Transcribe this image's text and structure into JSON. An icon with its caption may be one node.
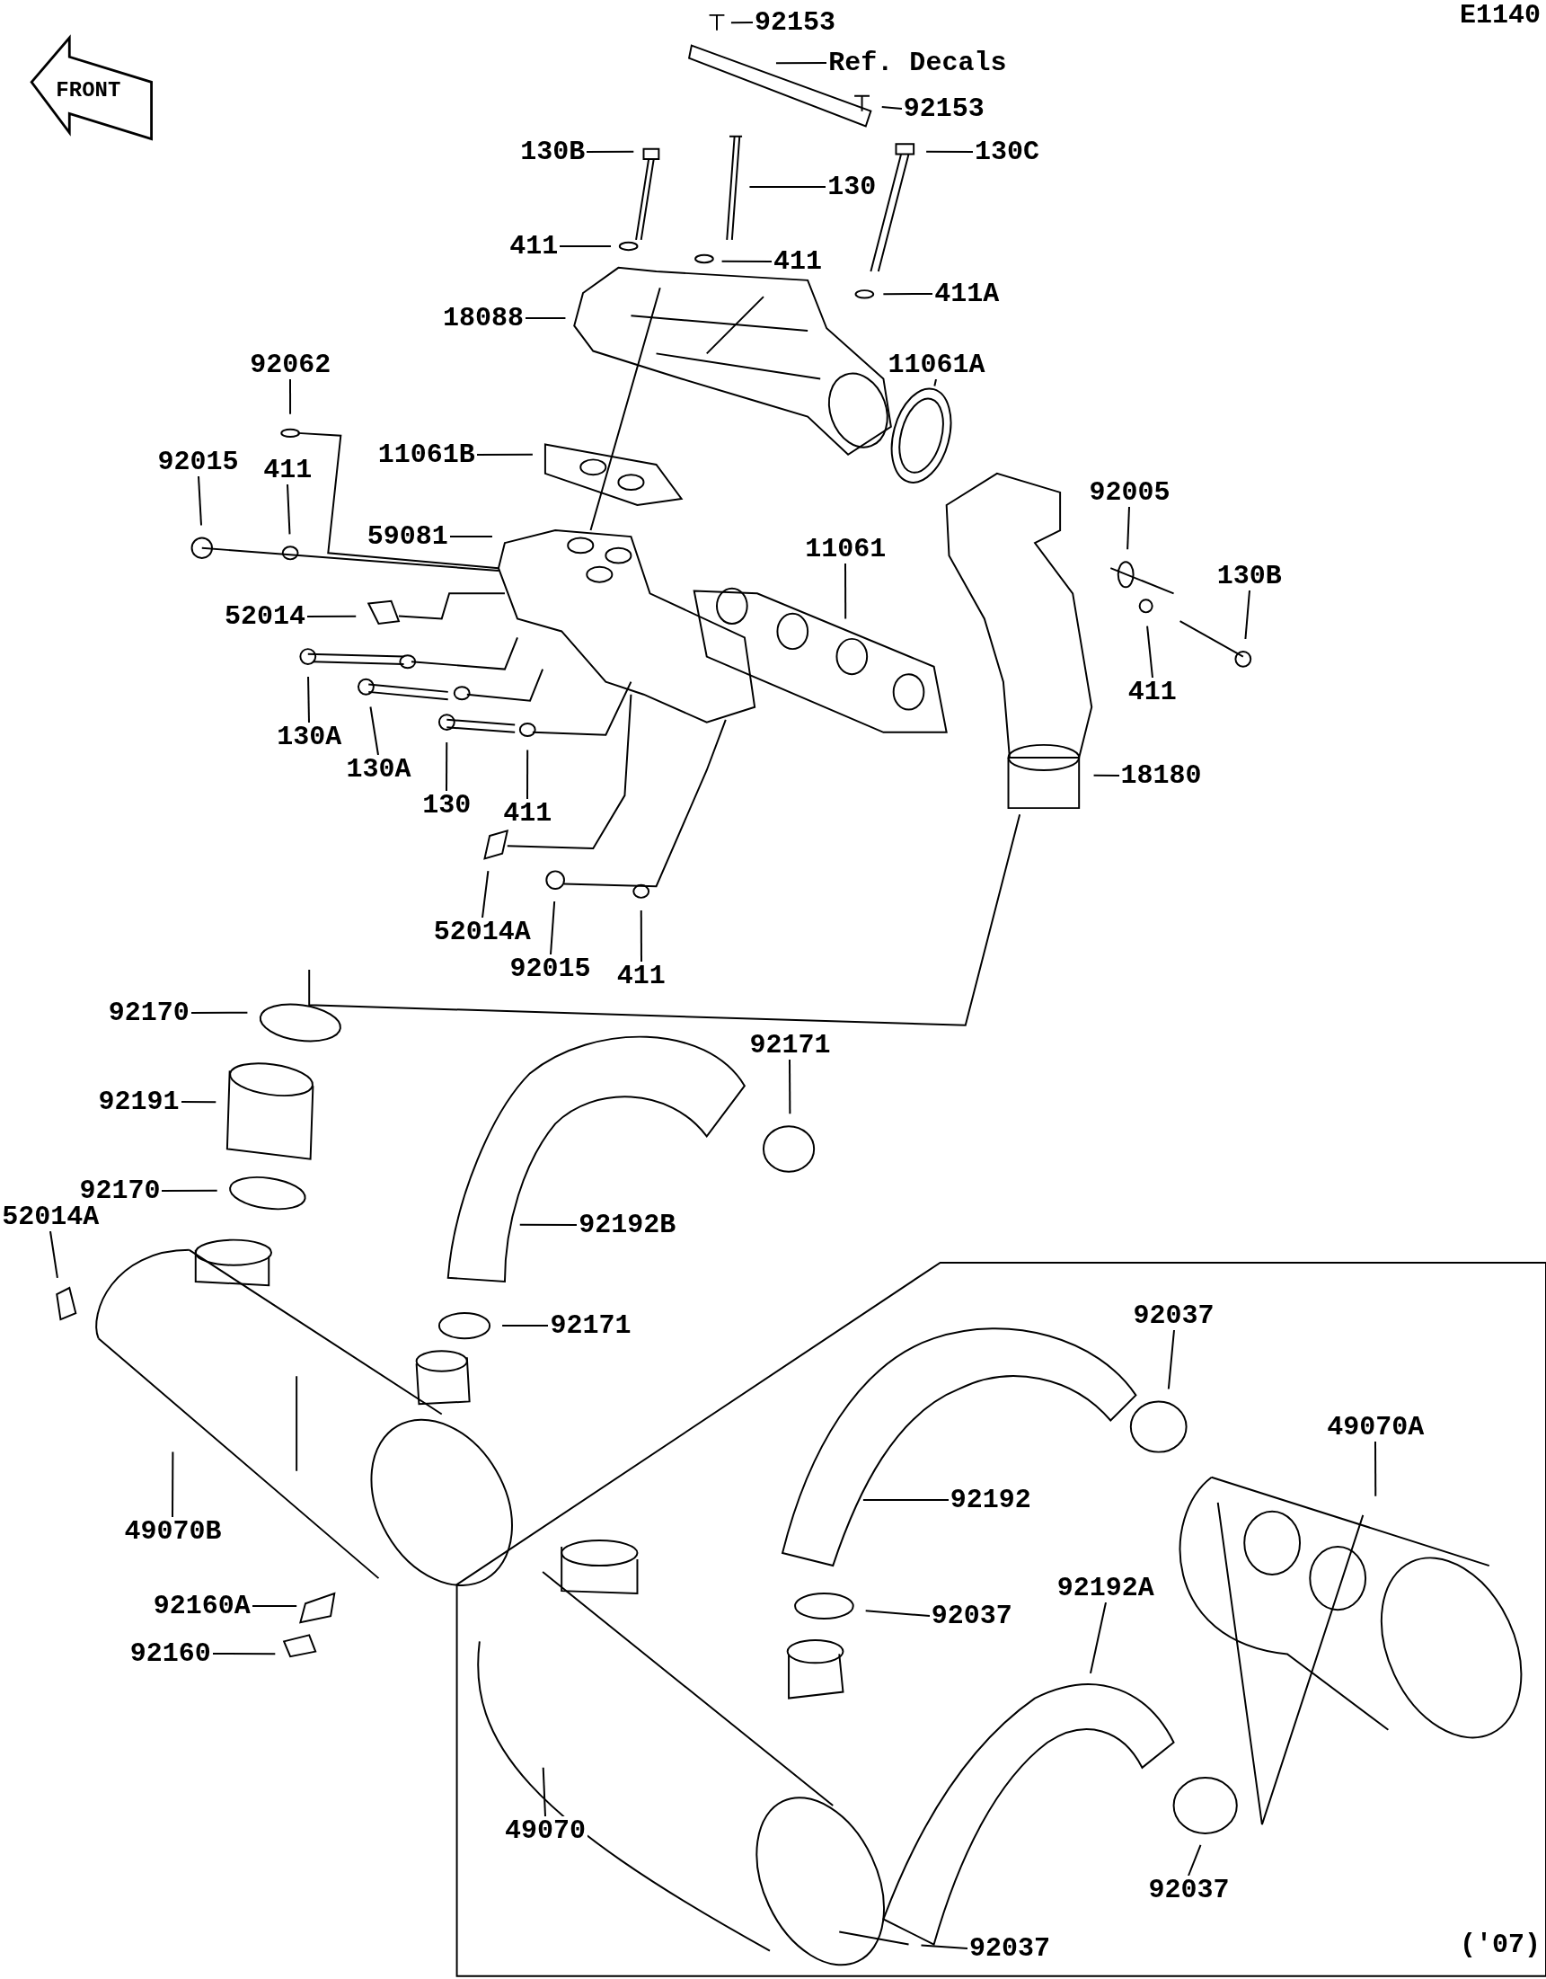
{
  "diagram": {
    "nodes": [
      {
        "text": [
          "92153"
        ]
      },
      {
        "text": [
          "Ref. Decals"
        ]
      },
      {
        "text": [
          "92153"
        ]
      },
      {
        "text": [
          "130B"
        ]
      },
      {
        "text": [
          "130C"
        ]
      },
      {
        "text": [
          "130"
        ]
      },
      {
        "text": [
          "411"
        ]
      },
      {
        "text": [
          "411"
        ]
      },
      {
        "text": [
          "411A"
        ]
      },
      {
        "text": [
          "18088"
        ]
      },
      {
        "text": [
          "11061A"
        ]
      },
      {
        "text": [
          "92062"
        ]
      },
      {
        "text": [
          "11061B"
        ]
      },
      {
        "text": [
          "92015"
        ]
      },
      {
        "text": [
          "411"
        ]
      },
      {
        "text": [
          "92005"
        ]
      },
      {
        "text": [
          "59081"
        ]
      },
      {
        "text": [
          "11061"
        ]
      },
      {
        "text": [
          "130B"
        ]
      },
      {
        "text": [
          "52014"
        ]
      },
      {
        "text": [
          "411"
        ]
      },
      {
        "text": [
          "130A"
        ]
      },
      {
        "text": [
          "130A"
        ]
      },
      {
        "text": [
          "18180"
        ]
      },
      {
        "text": [
          "130"
        ]
      },
      {
        "text": [
          "411"
        ]
      },
      {
        "text": [
          "52014A"
        ]
      },
      {
        "text": [
          "92015"
        ]
      },
      {
        "text": [
          "411"
        ]
      },
      {
        "text": [
          "92170"
        ]
      },
      {
        "text": [
          "92171"
        ]
      },
      {
        "text": [
          "92191"
        ]
      },
      {
        "text": [
          "92170"
        ]
      },
      {
        "text": [
          "52014A"
        ]
      },
      {
        "text": [
          "92192B"
        ]
      },
      {
        "text": [
          "92171"
        ]
      },
      {
        "text": [
          "92037"
        ]
      },
      {
        "text": [
          "49070A"
        ]
      },
      {
        "text": [
          "92192"
        ]
      },
      {
        "text": [
          "49070B"
        ]
      },
      {
        "text": [
          "92192A"
        ]
      },
      {
        "text": [
          "92160A"
        ]
      },
      {
        "text": [
          "92037"
        ]
      },
      {
        "text": [
          "92160"
        ]
      },
      {
        "text": [
          "49070"
        ]
      },
      {
        "text": [
          "92037"
        ]
      },
      {
        "text": [
          "92037"
        ]
      }
    ],
    "edges": [
      {
        "from": 0,
        "to": null,
        "arrow": "none"
      },
      {
        "from": 1,
        "to": null,
        "arrow": "none"
      },
      {
        "from": 2,
        "to": null,
        "arrow": "none"
      },
      {
        "from": 3,
        "to": null,
        "arrow": "none"
      },
      {
        "from": 4,
        "to": null,
        "arrow": "none"
      },
      {
        "from": 5,
        "to": null,
        "arrow": "none"
      },
      {
        "from": 6,
        "to": null,
        "arrow": "none"
      },
      {
        "from": 7,
        "to": null,
        "arrow": "none"
      },
      {
        "from": 8,
        "to": null,
        "arrow": "none"
      },
      {
        "from": 9,
        "to": null,
        "arrow": "none"
      },
      {
        "from": 10,
        "to": null,
        "arrow": "none"
      },
      {
        "from": 11,
        "to": null,
        "arrow": "none"
      },
      {
        "from": 12,
        "to": null,
        "arrow": "none"
      },
      {
        "from": 13,
        "to": null,
        "arrow": "none"
      },
      {
        "from": 14,
        "to": null,
        "arrow": "none"
      },
      {
        "from": 15,
        "to": null,
        "arrow": "none"
      },
      {
        "from": 16,
        "to": null,
        "arrow": "none"
      },
      {
        "from": 17,
        "to": null,
        "arrow": "none"
      },
      {
        "from": 18,
        "to": null,
        "arrow": "none"
      },
      {
        "from": 19,
        "to": null,
        "arrow": "none"
      },
      {
        "from": 20,
        "to": null,
        "arrow": "none"
      },
      {
        "from": 21,
        "to": null,
        "arrow": "none"
      },
      {
        "from": 22,
        "to": null,
        "arrow": "none"
      },
      {
        "from": 23,
        "to": null,
        "arrow": "none"
      },
      {
        "from": 24,
        "to": null,
        "arrow": "none"
      },
      {
        "from": 25,
        "to": null,
        "arrow": "none"
      },
      {
        "from": 26,
        "to": null,
        "arrow": "none"
      },
      {
        "from": 27,
        "to": null,
        "arrow": "none"
      },
      {
        "from": 28,
        "to": null,
        "arrow": "none"
      },
      {
        "from": 29,
        "to": null,
        "arrow": "none"
      },
      {
        "from": 30,
        "to": null,
        "arrow": "none"
      },
      {
        "from": 31,
        "to": null,
        "arrow": "none"
      },
      {
        "from": 32,
        "to": null,
        "arrow": "none"
      },
      {
        "from": 33,
        "to": null,
        "arrow": "none"
      },
      {
        "from": 34,
        "to": null,
        "arrow": "none"
      },
      {
        "from": 35,
        "to": null,
        "arrow": "none"
      },
      {
        "from": 36,
        "to": null,
        "arrow": "none"
      },
      {
        "from": 37,
        "to": null,
        "arrow": "none"
      },
      {
        "from": 38,
        "to": null,
        "arrow": "none"
      },
      {
        "from": 39,
        "to": null,
        "arrow": "none"
      },
      {
        "from": 40,
        "to": null,
        "arrow": "none"
      },
      {
        "from": 41,
        "to": null,
        "arrow": "none"
      },
      {
        "from": 42,
        "to": null,
        "arrow": "none"
      },
      {
        "from": 43,
        "to": null,
        "arrow": "none"
      },
      {
        "from": 44,
        "to": null,
        "arrow": "none"
      },
      {
        "from": 45,
        "to": null,
        "arrow": "none"
      },
      {
        "from": 46,
        "to": null,
        "arrow": "none"
      }
    ],
    "labels": [
      "E1140",
      "FRONT",
      "('07)"
    ]
  }
}
